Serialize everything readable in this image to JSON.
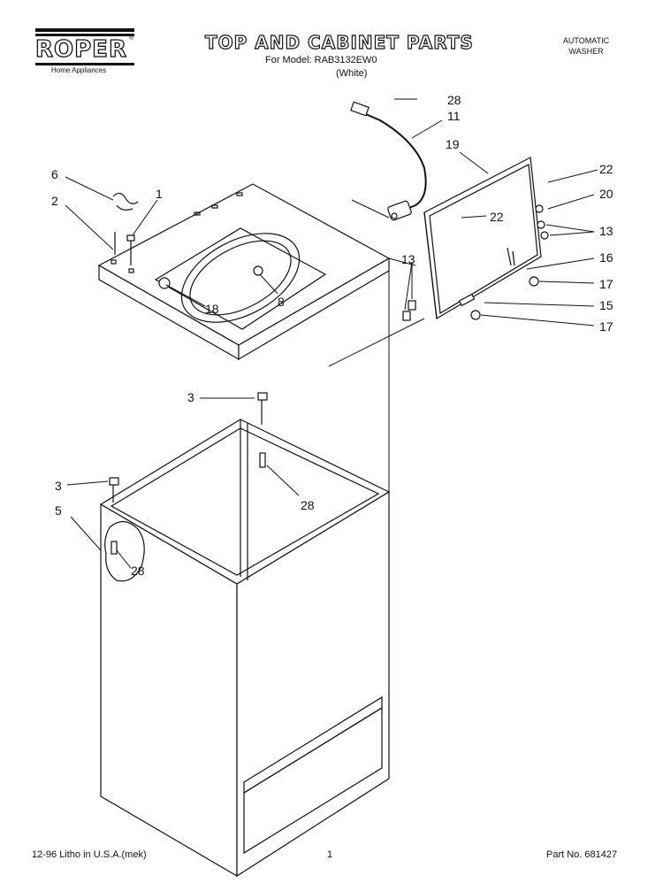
{
  "header": {
    "brand": "ROPER",
    "brand_registered": "®",
    "brand_tagline": "Home Appliances",
    "title": "TOP AND CABINET PARTS",
    "model_line": "For Model: RAB3132EW0",
    "color_line": "(White)",
    "product_line1": "AUTOMATIC",
    "product_line2": "WASHER"
  },
  "callouts": {
    "c28_top": "28",
    "c11": "11",
    "c19": "19",
    "c22_right": "22",
    "c20": "20",
    "c22_inner": "22",
    "c13_right": "13",
    "c16": "16",
    "c13_left": "13",
    "c17_upper": "17",
    "c15": "15",
    "c17_lower": "17",
    "c6": "6",
    "c1": "1",
    "c2": "2",
    "c8": "8",
    "c18": "18",
    "c3_upper": "3",
    "c28_mid": "28",
    "c3_lower": "3",
    "c5": "5",
    "c28_low": "28"
  },
  "footer": {
    "print_info": "12-96 Litho in U.S.A.(mek)",
    "page_number": "1",
    "part_number": "Part No. 681427"
  }
}
